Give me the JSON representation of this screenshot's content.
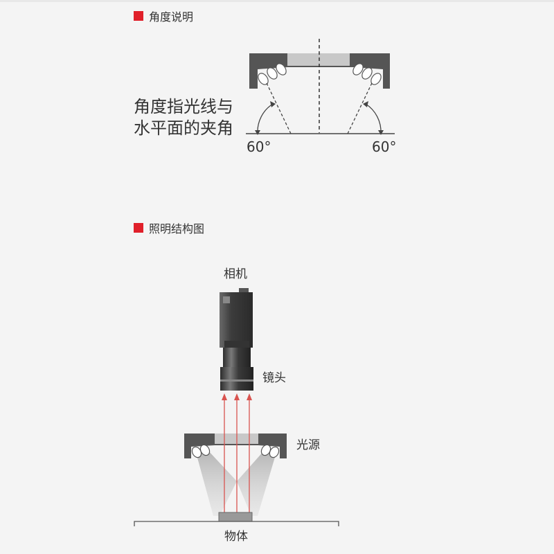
{
  "colors": {
    "accent": "#e0202a",
    "ray": "#d9534f",
    "housing": "#555555",
    "lens": "#c8c8c8"
  },
  "angle_section": {
    "title": "角度说明",
    "caption_line1": "角度指光线与",
    "caption_line2": "水平面的夹角",
    "angle_left": "60°",
    "angle_right": "60°"
  },
  "structure_section": {
    "title": "照明结构图",
    "camera_label": "相机",
    "lens_label": "镜头",
    "light_label": "光源",
    "object_label": "物体"
  }
}
